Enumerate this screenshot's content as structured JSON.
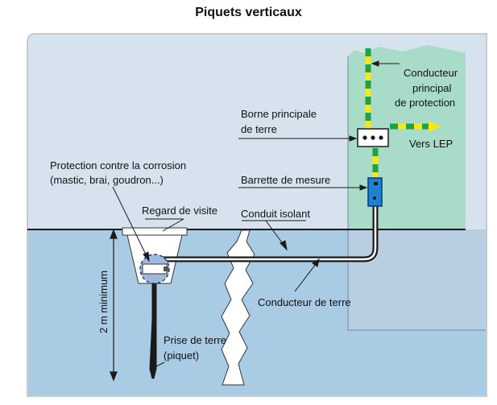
{
  "title": "Piquets verticaux",
  "labels": {
    "main_conductor": [
      "Conducteur",
      "principal",
      "de protection"
    ],
    "main_terminal": [
      "Borne principale",
      "de terre"
    ],
    "to_lep": "Vers LEP",
    "corrosion": [
      "Protection contre la corrosion",
      "(mastic, brai, goudron...)"
    ],
    "test_link": "Barrette de mesure",
    "inspection_pit": "Regard de visite",
    "insulated_conduit": "Conduit isolant",
    "earth_conductor": "Conducteur de terre",
    "depth": "2 m minimum",
    "earth_rod": [
      "Prise de terre",
      "(piquet)"
    ]
  },
  "colors": {
    "sky": "#d6e3ee",
    "ground": "#a9cbe4",
    "ground_building": "#b9cee0",
    "wall": "#a9dbc9",
    "earth_line": "#1a1a1a",
    "conductor_yellow": "#f4e71a",
    "conductor_green": "#1fa14a",
    "test_link_blue": "#1f7fd0"
  }
}
